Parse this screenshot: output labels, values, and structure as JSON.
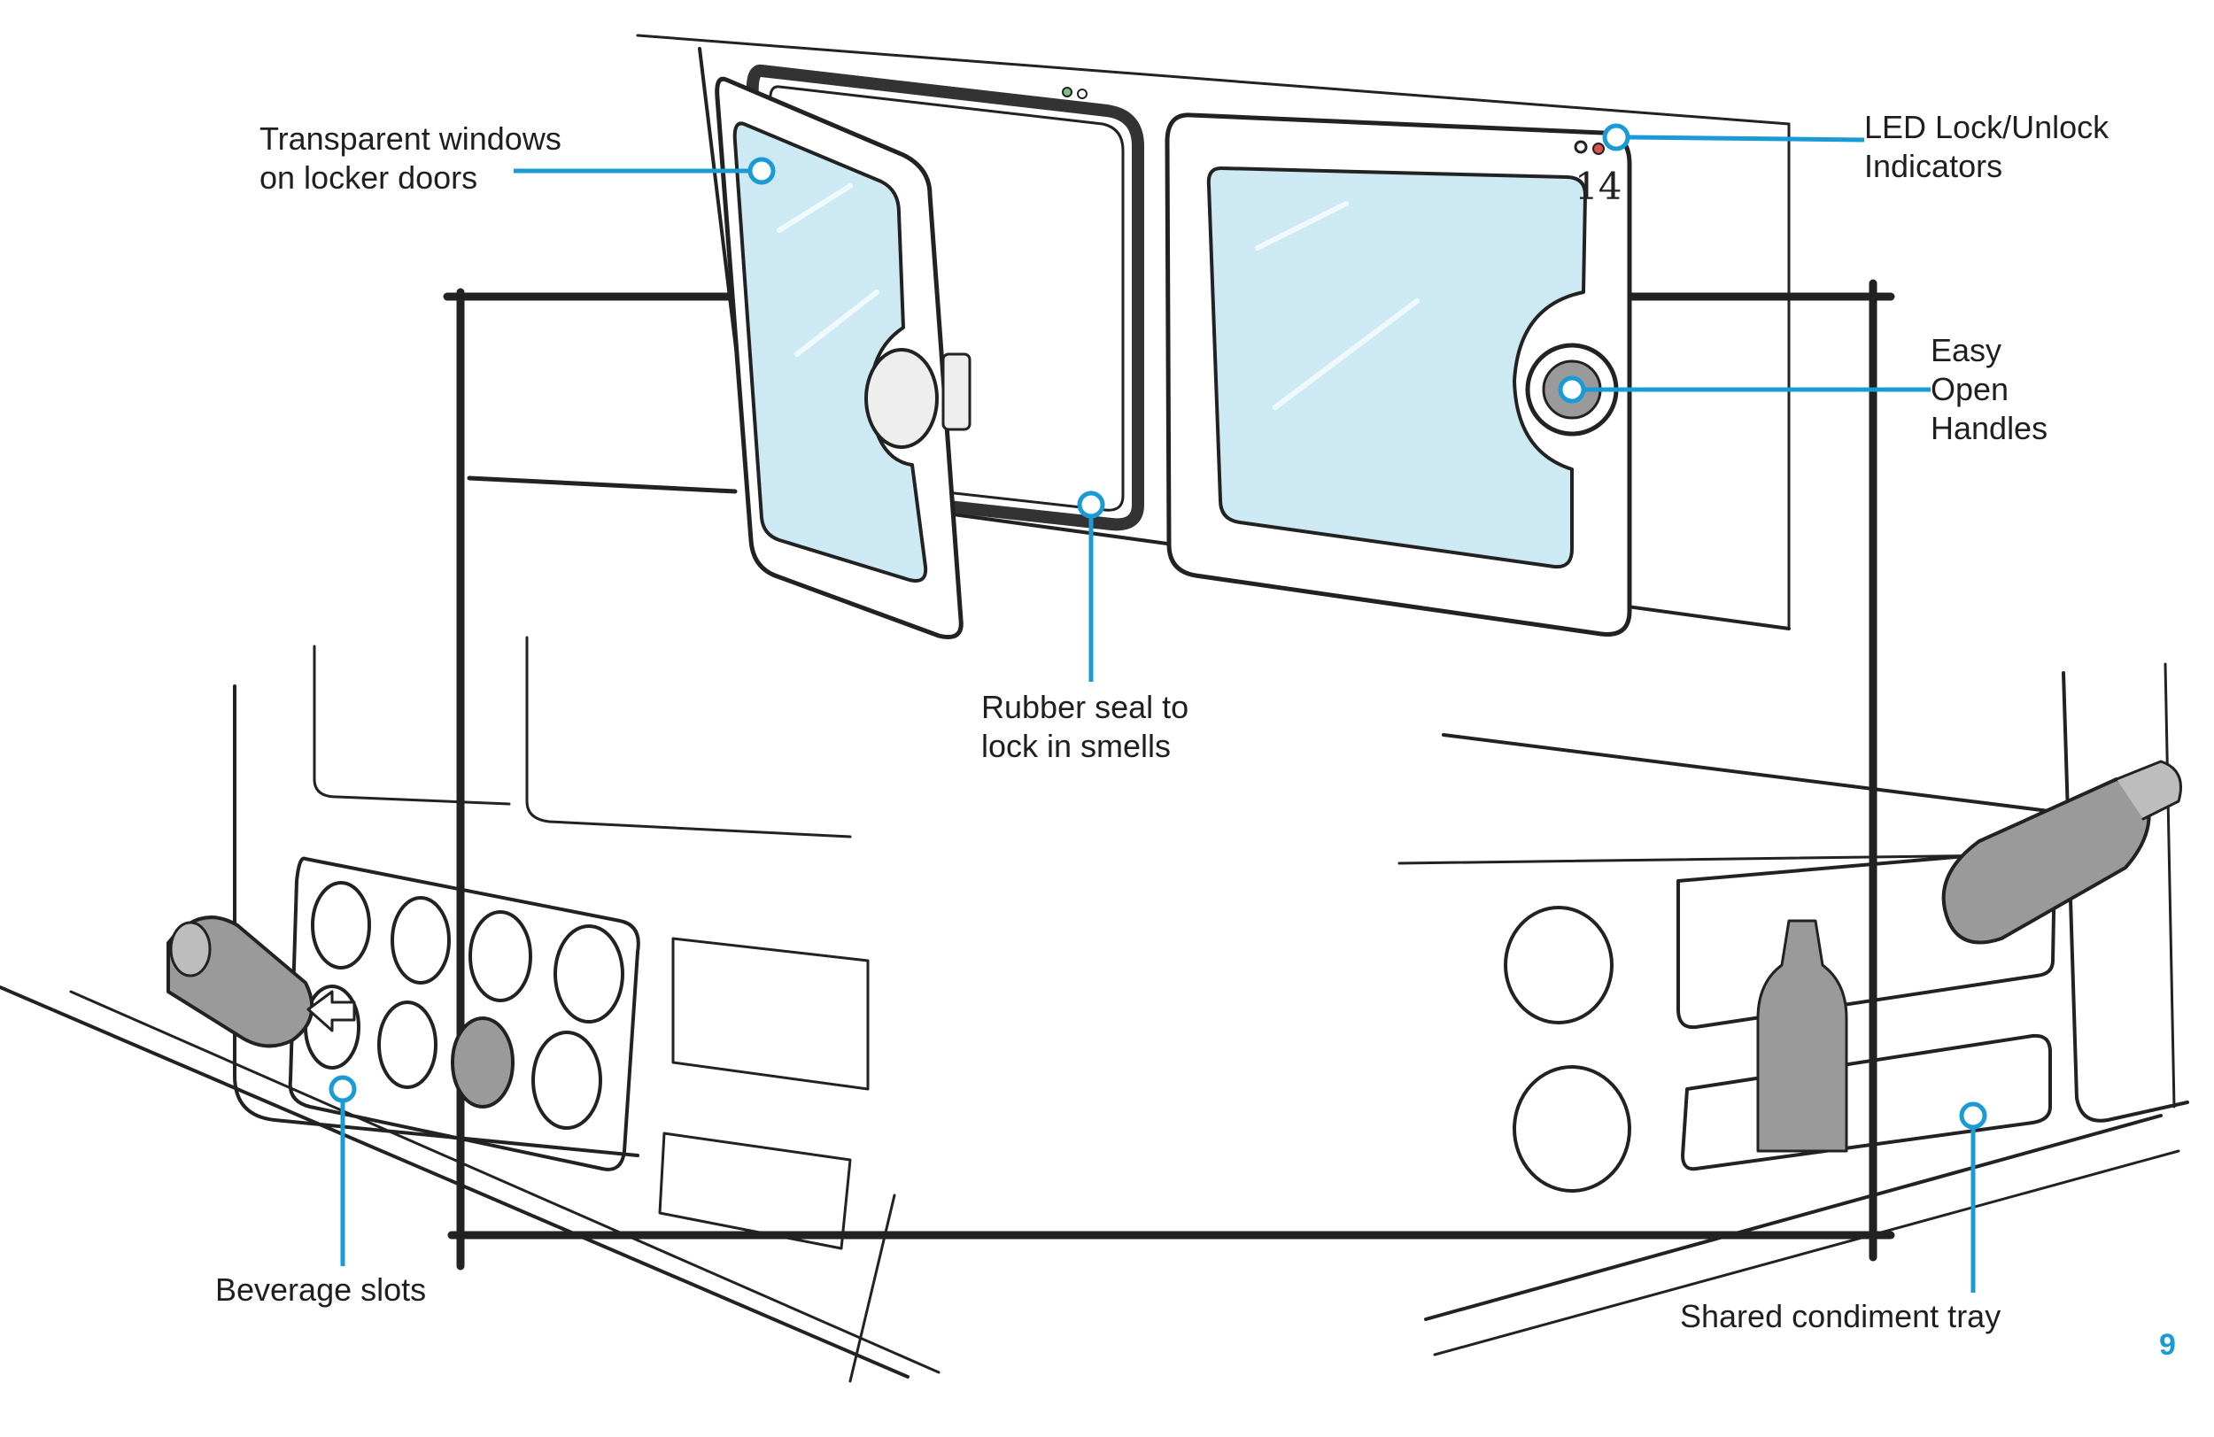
{
  "colors": {
    "callout": "#1a9bd6",
    "sketch": "#222222",
    "glass": "#cde9f4",
    "metal": "#9a9a9a",
    "background": "#ffffff"
  },
  "labels": {
    "windows": "Transparent windows\non locker doors",
    "led": "LED Lock/Unlock\nIndicators",
    "handles": "Easy\nOpen\nHandles",
    "seal": "Rubber seal to\nlock in smells",
    "beverage": "Beverage slots",
    "condiment": "Shared condiment tray",
    "locker_number": "14"
  },
  "page_number": "9"
}
